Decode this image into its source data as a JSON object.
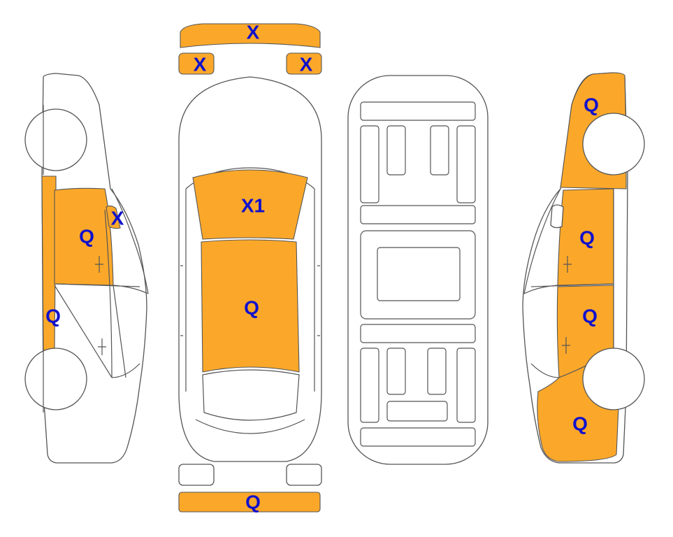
{
  "colors": {
    "damage_fill": "#FBA82A",
    "label_text": "#1010CC",
    "outline": "#555555"
  },
  "views": {
    "left_side": {
      "labels": [
        "Q",
        "X",
        "Q"
      ],
      "rear_door_label": "Q",
      "quarter_label": "X",
      "rocker_label": "Q"
    },
    "top": {
      "front_bumper_label": "X",
      "left_light_label": "X",
      "right_light_label": "X",
      "windshield_label": "X1",
      "roof_label": "Q",
      "rear_bumper_label": "Q"
    },
    "right_side": {
      "rear_quarter_upper_label": "Q",
      "rear_door_label": "Q",
      "front_door_label": "Q",
      "front_fender_label": "Q"
    }
  }
}
